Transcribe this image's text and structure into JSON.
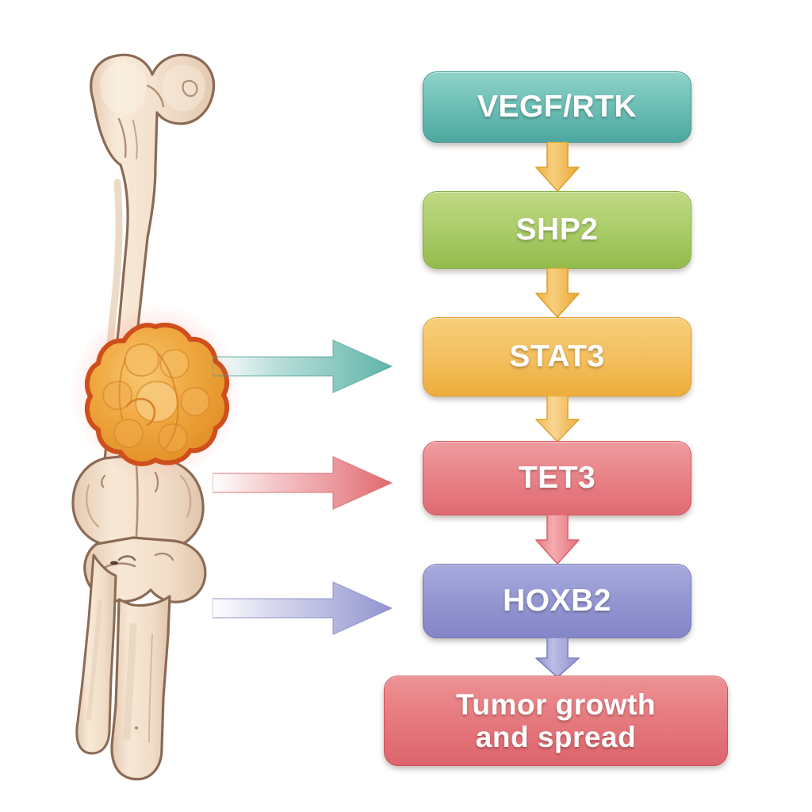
{
  "figure": {
    "title": "Osteosarcoma VEGF/RTK-SHP2-STAT3-TET3-HOXB2 signaling cascade",
    "background_color": "#ffffff"
  },
  "anatomy": {
    "label": "Long bone (femur, knee joint, tibia and fibula) with tumor lesion",
    "bone_fill_light": "#f6e3d2",
    "bone_fill_mid": "#ecd3bd",
    "bone_outline": "#8a6a55",
    "tumor": {
      "label": "Osteosarcoma tumor mass",
      "fill": "#eca03c",
      "outline": "#d4541f",
      "glow_color": "#f0473a"
    },
    "parts": [
      "femoral-head",
      "greater-trochanter",
      "femoral-shaft",
      "distal-femur-condyles",
      "tibial-plateau",
      "tibia",
      "fibula"
    ]
  },
  "pathway": {
    "nodes": [
      {
        "id": "vegfrtk",
        "label": "VEGF/RTK",
        "color": "#6fc0b7",
        "border": "#3f9a92"
      },
      {
        "id": "shp2",
        "label": "SHP2",
        "color": "#adce6c",
        "border": "#86ae42"
      },
      {
        "id": "stat3",
        "label": "STAT3",
        "color": "#f4c163",
        "border": "#dd9d2c"
      },
      {
        "id": "tet3",
        "label": "TET3",
        "color": "#e98489",
        "border": "#d4575f"
      },
      {
        "id": "hoxb2",
        "label": "HOXB2",
        "color": "#9698d3",
        "border": "#7275b6"
      },
      {
        "id": "outcome",
        "label": "Tumor growth\nand spread",
        "color": "#e67b80",
        "border": "#cf5159"
      }
    ],
    "vertical_arrows": [
      {
        "id": "vegfrtk-to-shp2",
        "from": "vegfrtk",
        "to": "shp2",
        "color": "#f3c160",
        "edge": "#dda22e"
      },
      {
        "id": "shp2-to-stat3",
        "from": "shp2",
        "to": "stat3",
        "color": "#f3c160",
        "edge": "#dda22e"
      },
      {
        "id": "stat3-to-tet3",
        "from": "stat3",
        "to": "tet3",
        "color": "#f4c77a",
        "edge": "#e0a93d"
      },
      {
        "id": "tet3-to-hoxb2",
        "from": "tet3",
        "to": "hoxb2",
        "color": "#ef9397",
        "edge": "#dc6a72"
      },
      {
        "id": "hoxb2-to-outcome",
        "from": "hoxb2",
        "to": "outcome",
        "color": "#a6a8dc",
        "edge": "#8487c8"
      }
    ],
    "lesion_arrows": [
      {
        "id": "lesion-to-stat3",
        "target": "stat3",
        "color": "#66b8ae",
        "edge": "#4fa79d"
      },
      {
        "id": "lesion-to-tet3",
        "target": "tet3",
        "color": "#e4767c",
        "edge": "#d9616a"
      },
      {
        "id": "lesion-to-hoxb2",
        "target": "hoxb2",
        "color": "#9b9dd4",
        "edge": "#8284c6"
      }
    ]
  }
}
